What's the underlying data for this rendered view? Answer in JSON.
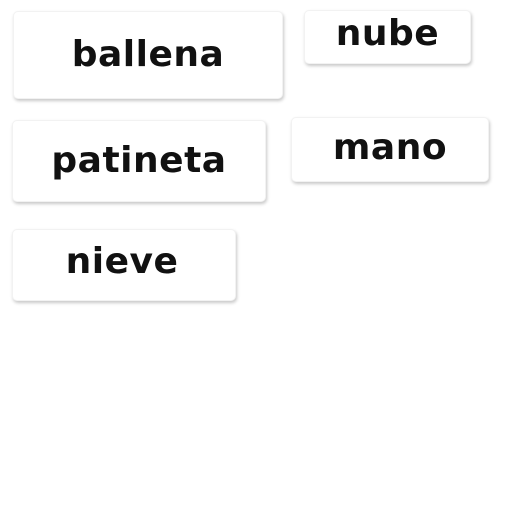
{
  "cards": [
    {
      "label": "ballena"
    },
    {
      "label": "nube"
    },
    {
      "label": "patineta"
    },
    {
      "label": "mano"
    },
    {
      "label": "nieve"
    }
  ],
  "colors": {
    "background": "#ffffff",
    "card": "#ffffff",
    "text": "#111111"
  }
}
